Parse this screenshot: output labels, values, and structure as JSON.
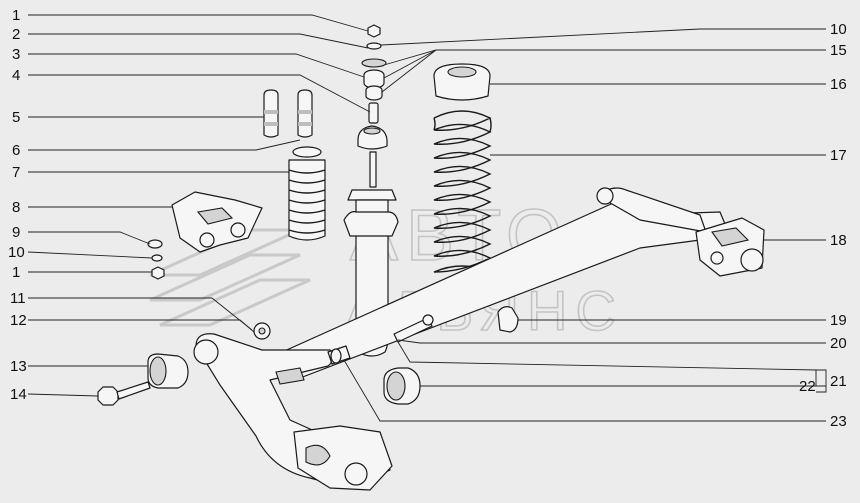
{
  "callouts": {
    "left": [
      {
        "id": "l1",
        "label": "1"
      },
      {
        "id": "l2",
        "label": "2"
      },
      {
        "id": "l3",
        "label": "3"
      },
      {
        "id": "l4",
        "label": "4"
      },
      {
        "id": "l5",
        "label": "5"
      },
      {
        "id": "l6",
        "label": "6"
      },
      {
        "id": "l7",
        "label": "7"
      },
      {
        "id": "l8",
        "label": "8"
      },
      {
        "id": "l9",
        "label": "9"
      },
      {
        "id": "l10",
        "label": "10"
      },
      {
        "id": "l1b",
        "label": "1"
      },
      {
        "id": "l11",
        "label": "11"
      },
      {
        "id": "l12",
        "label": "12"
      },
      {
        "id": "l13",
        "label": "13"
      },
      {
        "id": "l14",
        "label": "14"
      }
    ],
    "right": [
      {
        "id": "r10",
        "label": "10"
      },
      {
        "id": "r15",
        "label": "15"
      },
      {
        "id": "r16",
        "label": "16"
      },
      {
        "id": "r17",
        "label": "17"
      },
      {
        "id": "r18",
        "label": "18"
      },
      {
        "id": "r19",
        "label": "19"
      },
      {
        "id": "r20",
        "label": "20"
      },
      {
        "id": "r21",
        "label": "21"
      },
      {
        "id": "r22",
        "label": "22"
      },
      {
        "id": "r23",
        "label": "23"
      }
    ]
  },
  "watermark": {
    "line1": "АВТО",
    "line2": "АЛЬЯНС"
  },
  "colors": {
    "background": "#ececec",
    "ink": "#1a1a1a",
    "watermark": "#c4c4c4"
  }
}
